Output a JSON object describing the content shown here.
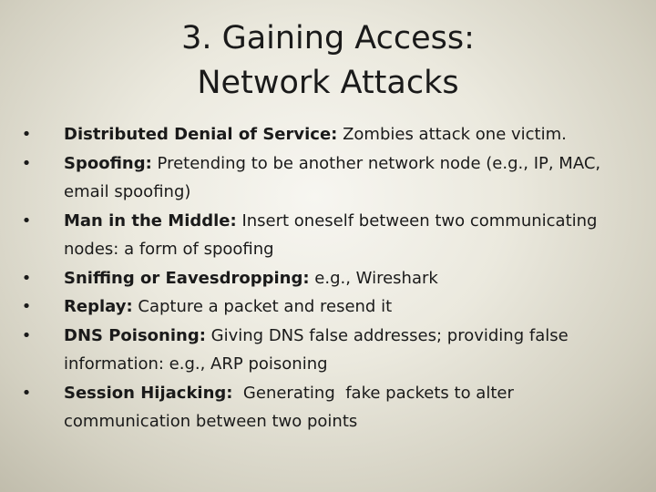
{
  "slide": {
    "title_line1": "3. Gaining Access:",
    "title_line2": "Network Attacks",
    "bullet_symbol": "•",
    "items": [
      {
        "term": "Distributed Denial of Service:",
        "text": " Zombies attack one victim."
      },
      {
        "term": "Spoofing:",
        "text": " Pretending to be another network node (e.g., IP, MAC, email spoofing)"
      },
      {
        "term": "Man in the Middle:",
        "text": " Insert oneself between two communicating nodes: a form of spoofing"
      },
      {
        "term": "Sniffing or Eavesdropping:",
        "text": " e.g., Wireshark"
      },
      {
        "term": "Replay:",
        "text": " Capture a packet and resend it"
      },
      {
        "term": "DNS Poisoning:",
        "text": " Giving DNS false addresses; providing false information: e.g., ARP poisoning"
      },
      {
        "term": "Session Hijacking:",
        "text": "  Generating  fake packets to alter communication between two points"
      }
    ]
  }
}
